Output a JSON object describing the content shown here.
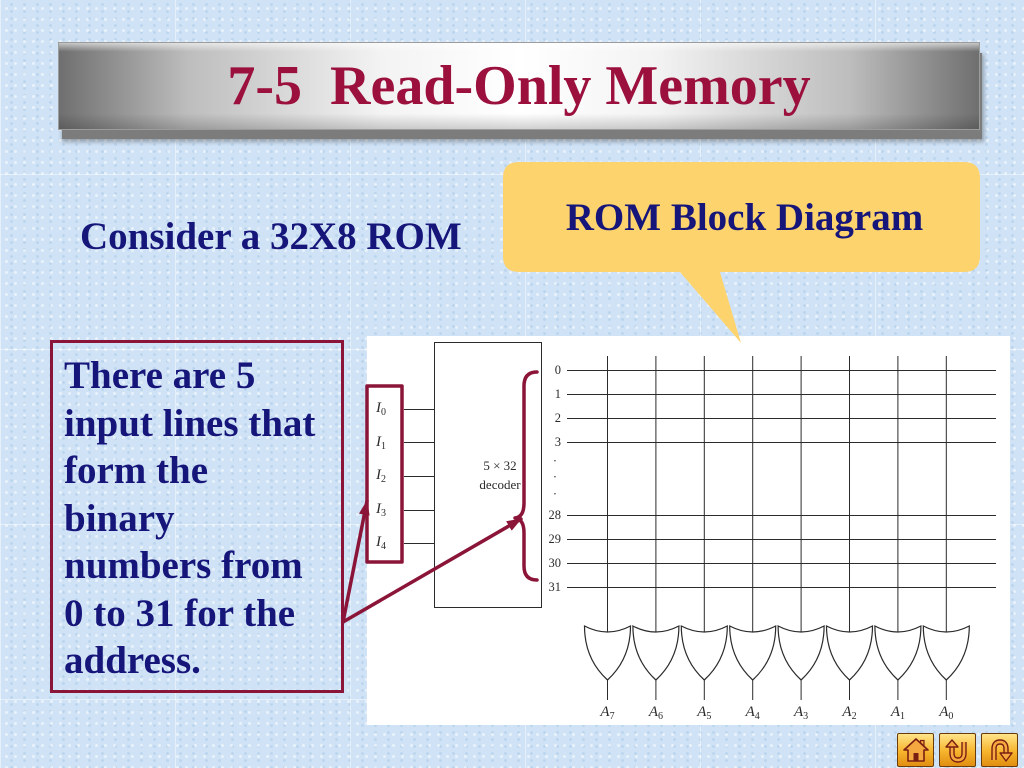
{
  "slide": {
    "title": "7-5  Read-Only Memory",
    "subtitle": "Consider a 32X8 ROM",
    "callout": "ROM Block Diagram",
    "note_lines": [
      "There are 5",
      "input lines that",
      "form the",
      "binary",
      "numbers from",
      "0 to 31 for the",
      "address."
    ]
  },
  "diagram": {
    "decoder_label": [
      "5 × 32",
      "decoder"
    ],
    "inputs": [
      {
        "letter": "I",
        "sub": "0"
      },
      {
        "letter": "I",
        "sub": "1"
      },
      {
        "letter": "I",
        "sub": "2"
      },
      {
        "letter": "I",
        "sub": "3"
      },
      {
        "letter": "I",
        "sub": "4"
      }
    ],
    "outputs": [
      "0",
      "1",
      "2",
      "3",
      "·",
      "·",
      "·",
      "28",
      "29",
      "30",
      "31"
    ],
    "gate_outputs": [
      {
        "letter": "A",
        "sub": "7"
      },
      {
        "letter": "A",
        "sub": "6"
      },
      {
        "letter": "A",
        "sub": "5"
      },
      {
        "letter": "A",
        "sub": "4"
      },
      {
        "letter": "A",
        "sub": "3"
      },
      {
        "letter": "A",
        "sub": "2"
      },
      {
        "letter": "A",
        "sub": "1"
      },
      {
        "letter": "A",
        "sub": "0"
      }
    ]
  },
  "nav": {
    "buttons": [
      {
        "icon": "home-icon"
      },
      {
        "icon": "u-turn-icon"
      },
      {
        "icon": "return-icon"
      }
    ]
  },
  "colors": {
    "title": "#9b103c",
    "text": "#15157a",
    "accent": "#8b1538",
    "callout": "#fdd36e",
    "background": "#d0e3f6"
  }
}
